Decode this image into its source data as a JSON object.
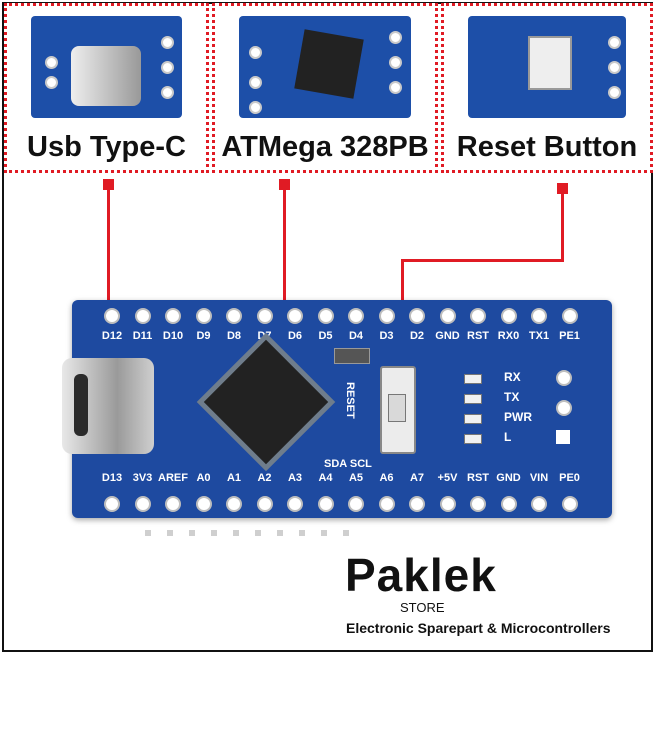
{
  "callouts": [
    {
      "label": "Usb Type-C"
    },
    {
      "label": "ATMega 328PB"
    },
    {
      "label": "Reset Button"
    }
  ],
  "pins_top": [
    "D12",
    "D11",
    "D10",
    "D9",
    "D8",
    "D7",
    "D6",
    "D5",
    "D4",
    "D3",
    "D2",
    "GND",
    "RST",
    "RX0",
    "TX1",
    "PE1"
  ],
  "pins_bottom": [
    "D13",
    "3V3",
    "AREF",
    "A0",
    "A1",
    "A2",
    "A3",
    "A4",
    "A5",
    "A6",
    "A7",
    "+5V",
    "RST",
    "GND",
    "VIN",
    "PE0"
  ],
  "board_labels": {
    "reset": "RESET",
    "sda_scl": "SDA SCL",
    "leds": [
      "RX",
      "TX",
      "PWR",
      "L"
    ]
  },
  "logo": {
    "name": "Paklek",
    "store": "STORE",
    "tagline": "Electronic Sparepart & Microcontrollers"
  },
  "colors": {
    "accent": "#e01b24",
    "board": "#1e4aa0"
  }
}
